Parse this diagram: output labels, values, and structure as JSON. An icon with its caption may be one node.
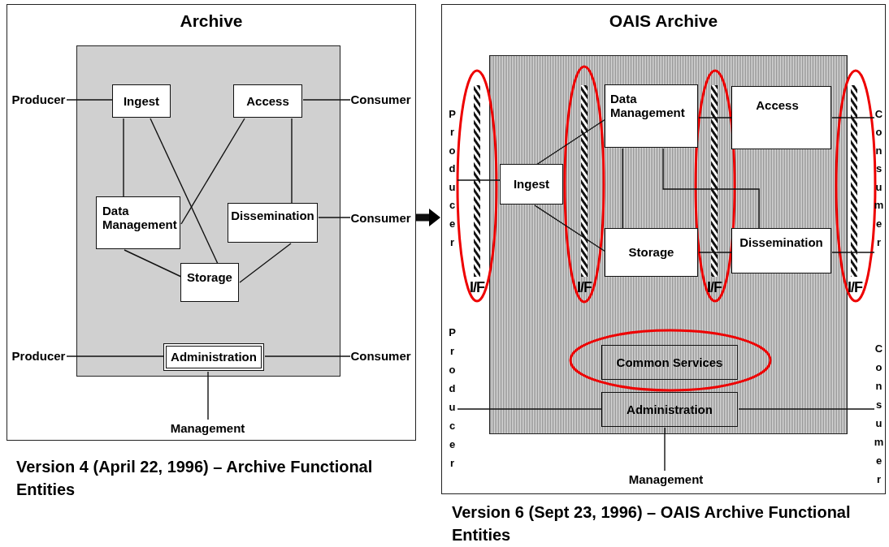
{
  "diagram": {
    "nodes": [
      {
        "text": [
          "Archive"
        ]
      },
      {
        "text": [],
        "shape": "box",
        "in": 0
      },
      {
        "text": [
          "Ingest"
        ],
        "in": 1
      },
      {
        "text": [
          "Access"
        ],
        "in": 1
      },
      {
        "text": [
          "Data Management"
        ],
        "in": 1
      },
      {
        "text": [
          "Dissemination"
        ],
        "in": 1
      },
      {
        "text": [
          "Storage"
        ],
        "in": 1
      },
      {
        "text": [
          "Administration"
        ],
        "in": 1
      },
      {
        "text": [
          "Producer"
        ],
        "in": 0
      },
      {
        "text": [
          "Consumer"
        ],
        "in": 0
      },
      {
        "text": [
          "Consumer"
        ],
        "in": 0
      },
      {
        "text": [
          "Producer"
        ],
        "in": 0
      },
      {
        "text": [
          "Consumer"
        ],
        "in": 0
      },
      {
        "text": [
          "Management"
        ],
        "in": 0
      },
      {
        "text": [
          "OAIS Archive"
        ]
      },
      {
        "text": [],
        "shape": "box",
        "in": 14
      },
      {
        "text": [
          "Producer"
        ],
        "in": 14
      },
      {
        "text": [
          "Consumer"
        ],
        "in": 14
      },
      {
        "text": [
          "Ingest"
        ],
        "in": 15
      },
      {
        "text": [
          "Data Management"
        ],
        "in": 15
      },
      {
        "text": [
          "Access"
        ],
        "in": 15
      },
      {
        "text": [
          "Storage"
        ],
        "in": 15
      },
      {
        "text": [
          "Dissemination"
        ],
        "in": 15
      },
      {
        "text": [
          "Common Services"
        ],
        "in": 15
      },
      {
        "text": [
          "Administration"
        ],
        "in": 15
      },
      {
        "text": [
          "Producer"
        ],
        "in": 14
      },
      {
        "text": [
          "Consumer"
        ],
        "in": 14
      },
      {
        "text": [
          "Management"
        ],
        "in": 14
      }
    ],
    "edges": [
      {
        "from": 8,
        "to": 2,
        "arrow": "none"
      },
      {
        "from": 3,
        "to": 9,
        "arrow": "none"
      },
      {
        "from": 5,
        "to": 10,
        "arrow": "none"
      },
      {
        "from": 2,
        "to": 4,
        "arrow": "none"
      },
      {
        "from": 2,
        "to": 6,
        "arrow": "none"
      },
      {
        "from": 3,
        "to": 4,
        "arrow": "none"
      },
      {
        "from": 3,
        "to": 5,
        "arrow": "none"
      },
      {
        "from": 4,
        "to": 6,
        "arrow": "none"
      },
      {
        "from": 5,
        "to": 6,
        "arrow": "none"
      },
      {
        "from": 11,
        "to": 7,
        "arrow": "none"
      },
      {
        "from": 7,
        "to": 12,
        "arrow": "none"
      },
      {
        "from": 7,
        "to": 13,
        "arrow": "none"
      },
      {
        "from": 0,
        "to": 14,
        "arrow": "to",
        "style": "thick"
      },
      {
        "from": 16,
        "to": 18,
        "arrow": "none"
      },
      {
        "from": 18,
        "to": 19,
        "arrow": "none"
      },
      {
        "from": 18,
        "to": 21,
        "arrow": "none"
      },
      {
        "from": 19,
        "to": 21,
        "arrow": "none"
      },
      {
        "from": 19,
        "to": 22,
        "arrow": "none"
      },
      {
        "from": 19,
        "to": 20,
        "arrow": "none"
      },
      {
        "from": 21,
        "to": 22,
        "arrow": "none"
      },
      {
        "from": 20,
        "to": 17,
        "arrow": "none"
      },
      {
        "from": 22,
        "to": 17,
        "arrow": "none"
      },
      {
        "from": 25,
        "to": 24,
        "arrow": "none"
      },
      {
        "from": 24,
        "to": 26,
        "arrow": "none"
      },
      {
        "from": 24,
        "to": 27,
        "arrow": "none"
      }
    ],
    "labels": [
      "I/F",
      "I/F",
      "I/F",
      "I/F",
      "Version 4 (April 22, 1996) – Archive Functional Entities",
      "Version 6 (Sept 23, 1996) – OAIS Archive Functional Entities"
    ]
  }
}
